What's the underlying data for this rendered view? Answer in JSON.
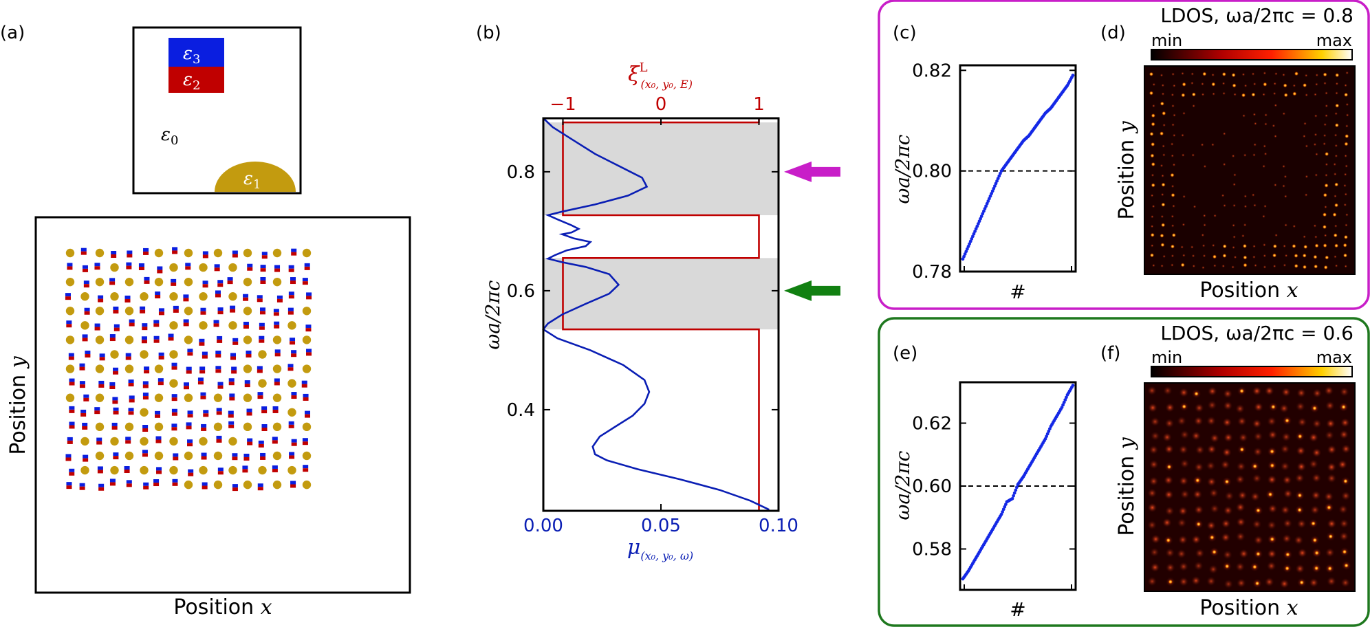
{
  "panels": {
    "a": {
      "label": "(a)",
      "xlabel_word": "Position",
      "xlabel_var": "x",
      "ylabel_word": "Position",
      "ylabel_var": "y",
      "unit_cell": {
        "eps0": "ε",
        "eps0_sub": "0",
        "eps1": "ε",
        "eps1_sub": "1",
        "eps2": "ε",
        "eps2_sub": "2",
        "eps3": "ε",
        "eps3_sub": "3"
      },
      "colors": {
        "eps1": "#c39b0f",
        "eps2": "#c00000",
        "eps3": "#0a1ee0"
      }
    },
    "b": {
      "label": "(b)",
      "ylabel": "ωa/2πc",
      "top_label_main": "ξ",
      "top_label_sup": "L",
      "top_label_sub": "(x₀, y₀, E)",
      "bottom_label_main": "μ",
      "bottom_label_sub": "(x₀, y₀, ω)",
      "colors": {
        "mu": "#0a1eb4",
        "xi": "#c00000",
        "gap": "#d9d9d9"
      }
    },
    "c": {
      "label": "(c)",
      "ylabel": "ωa/2πc",
      "xlabel": "#"
    },
    "d": {
      "label": "(d)",
      "title": "LDOS, ωa/2πc = 0.8",
      "cbar_min": "min",
      "cbar_max": "max",
      "xlabel_word": "Position",
      "xlabel_var": "x",
      "ylabel_word": "Position",
      "ylabel_var": "y"
    },
    "e": {
      "label": "(e)",
      "ylabel": "ωa/2πc",
      "xlabel": "#"
    },
    "f": {
      "label": "(f)",
      "title": "LDOS, ωa/2πc = 0.6",
      "cbar_min": "min",
      "cbar_max": "max",
      "xlabel_word": "Position",
      "xlabel_var": "x",
      "ylabel_word": "Position",
      "ylabel_var": "y"
    }
  },
  "frame_colors": {
    "upper": "#c81ec8",
    "lower": "#1e781e"
  },
  "arrow_colors": {
    "upper": "#c81ec8",
    "lower": "#118011"
  },
  "chart_data": [
    {
      "type": "line",
      "panel": "b",
      "ylabel": "ωa/2πc",
      "ylim": [
        0.23,
        0.89
      ],
      "y_ticks": [
        0.4,
        0.6,
        0.8
      ],
      "y_tick_labels": [
        "0.4",
        "0.6",
        "0.8"
      ],
      "xlim_bottom": [
        0.0,
        0.1
      ],
      "x_bottom_ticks": [
        0.0,
        0.05,
        0.1
      ],
      "x_bottom_tick_labels": [
        "0.00",
        "0.05",
        "0.10"
      ],
      "xlim_top": [
        -1.2,
        1.2
      ],
      "x_top_ticks": [
        -1,
        0,
        1
      ],
      "x_top_tick_labels": [
        "−1",
        "0",
        "1"
      ],
      "gap_bands": [
        [
          0.535,
          0.655
        ],
        [
          0.727,
          0.883
        ]
      ],
      "series": [
        {
          "axis": "bottom",
          "points": [
            [
              0.0,
              0.89
            ],
            [
              0.004,
              0.875
            ],
            [
              0.012,
              0.855
            ],
            [
              0.022,
              0.83
            ],
            [
              0.032,
              0.81
            ],
            [
              0.042,
              0.79
            ],
            [
              0.044,
              0.775
            ],
            [
              0.036,
              0.76
            ],
            [
              0.022,
              0.745
            ],
            [
              0.008,
              0.733
            ],
            [
              0.002,
              0.727
            ],
            [
              0.006,
              0.72
            ],
            [
              0.012,
              0.71
            ],
            [
              0.015,
              0.704
            ],
            [
              0.012,
              0.698
            ],
            [
              0.008,
              0.695
            ],
            [
              0.013,
              0.688
            ],
            [
              0.02,
              0.682
            ],
            [
              0.018,
              0.675
            ],
            [
              0.01,
              0.668
            ],
            [
              0.005,
              0.66
            ],
            [
              0.002,
              0.654
            ],
            [
              0.008,
              0.648
            ],
            [
              0.018,
              0.64
            ],
            [
              0.028,
              0.628
            ],
            [
              0.032,
              0.61
            ],
            [
              0.028,
              0.595
            ],
            [
              0.018,
              0.578
            ],
            [
              0.008,
              0.56
            ],
            [
              0.002,
              0.545
            ],
            [
              0.0,
              0.535
            ],
            [
              0.006,
              0.52
            ],
            [
              0.02,
              0.5
            ],
            [
              0.034,
              0.475
            ],
            [
              0.043,
              0.45
            ],
            [
              0.045,
              0.43
            ],
            [
              0.043,
              0.41
            ],
            [
              0.038,
              0.39
            ],
            [
              0.03,
              0.37
            ],
            [
              0.024,
              0.355
            ],
            [
              0.021,
              0.338
            ],
            [
              0.022,
              0.325
            ],
            [
              0.027,
              0.315
            ],
            [
              0.04,
              0.3
            ],
            [
              0.058,
              0.283
            ],
            [
              0.075,
              0.265
            ],
            [
              0.088,
              0.247
            ],
            [
              0.096,
              0.232
            ]
          ]
        },
        {
          "axis": "top",
          "points": [
            [
              1.0,
              0.23
            ],
            [
              1.0,
              0.535
            ],
            [
              -1.0,
              0.535
            ],
            [
              -1.0,
              0.655
            ],
            [
              1.0,
              0.655
            ],
            [
              1.0,
              0.727
            ],
            [
              -1.0,
              0.727
            ],
            [
              -1.0,
              0.883
            ],
            [
              1.0,
              0.883
            ],
            [
              1.0,
              0.89
            ]
          ]
        }
      ],
      "annotations": [
        "arrow at ωa/2πc = 0.8",
        "arrow at ωa/2πc = 0.6"
      ]
    },
    {
      "type": "scatter",
      "panel": "c",
      "ylabel": "ωa/2πc",
      "xlabel": "#",
      "ylim": [
        0.78,
        0.821
      ],
      "y_ticks": [
        0.78,
        0.8,
        0.82
      ],
      "y_tick_labels": [
        "0.78",
        "0.80",
        "0.82"
      ],
      "reference_line": 0.8,
      "x": [
        0,
        5,
        10,
        15,
        20,
        25,
        30,
        35,
        40,
        45,
        50,
        55,
        60,
        65,
        70,
        75,
        80,
        85,
        90,
        95,
        100
      ],
      "y": [
        0.7825,
        0.785,
        0.7875,
        0.79,
        0.7925,
        0.795,
        0.7975,
        0.8,
        0.8015,
        0.803,
        0.8045,
        0.806,
        0.807,
        0.8085,
        0.81,
        0.8115,
        0.8125,
        0.814,
        0.8155,
        0.817,
        0.819
      ]
    },
    {
      "type": "scatter",
      "panel": "e",
      "ylabel": "ωa/2πc",
      "xlabel": "#",
      "ylim": [
        0.567,
        0.633
      ],
      "y_ticks": [
        0.58,
        0.6,
        0.62
      ],
      "y_tick_labels": [
        "0.58",
        "0.60",
        "0.62"
      ],
      "reference_line": 0.6,
      "x": [
        0,
        5,
        10,
        15,
        20,
        25,
        30,
        35,
        40,
        45,
        50,
        55,
        60,
        65,
        70,
        75,
        80,
        85,
        90,
        95,
        100
      ],
      "y": [
        0.5705,
        0.573,
        0.576,
        0.579,
        0.582,
        0.585,
        0.588,
        0.591,
        0.595,
        0.596,
        0.6005,
        0.603,
        0.606,
        0.609,
        0.612,
        0.615,
        0.619,
        0.622,
        0.625,
        0.629,
        0.632
      ]
    }
  ]
}
